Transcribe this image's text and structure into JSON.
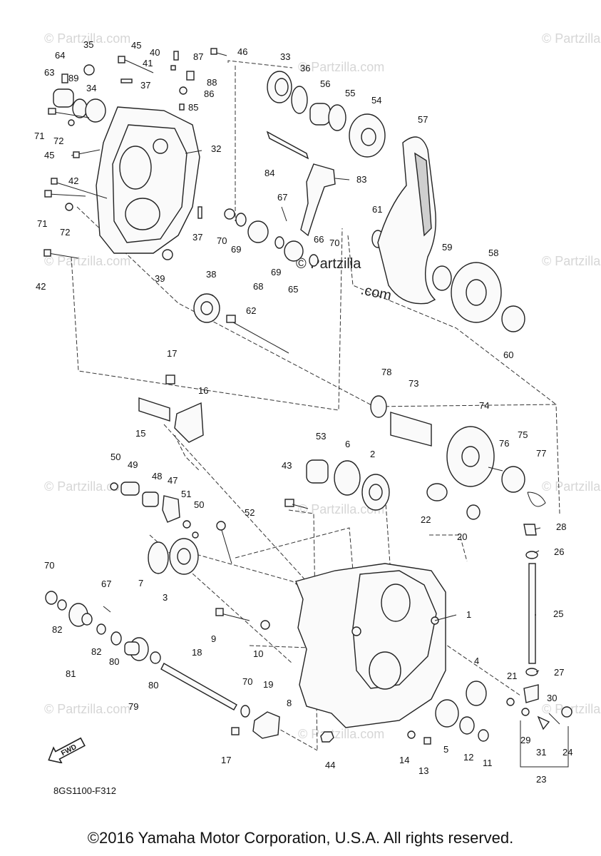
{
  "diagram": {
    "code": "8GS1100-F312",
    "copyright": "©2016 Yamaha Motor Corporation, U.S.A. All rights reserved.",
    "direction_label": "FWD",
    "watermark": "© Partzilla.com",
    "watermark_center_a": "© Partzilla",
    "watermark_center_b": ".com",
    "callouts": [
      "1",
      "2",
      "3",
      "4",
      "5",
      "6",
      "7",
      "8",
      "9",
      "10",
      "11",
      "12",
      "13",
      "14",
      "15",
      "16",
      "17",
      "17",
      "18",
      "19",
      "20",
      "21",
      "22",
      "23",
      "24",
      "25",
      "26",
      "27",
      "28",
      "29",
      "30",
      "31",
      "32",
      "33",
      "34",
      "35",
      "36",
      "37",
      "37",
      "38",
      "39",
      "40",
      "41",
      "42",
      "42",
      "43",
      "44",
      "45",
      "45",
      "46",
      "47",
      "48",
      "49",
      "50",
      "50",
      "51",
      "52",
      "53",
      "54",
      "55",
      "56",
      "57",
      "58",
      "59",
      "60",
      "61",
      "62",
      "63",
      "64",
      "65",
      "66",
      "67",
      "67",
      "68",
      "69",
      "69",
      "70",
      "70",
      "70",
      "70",
      "71",
      "71",
      "72",
      "72",
      "73",
      "74",
      "75",
      "76",
      "77",
      "78",
      "79",
      "80",
      "80",
      "81",
      "82",
      "82",
      "83",
      "84",
      "85",
      "86",
      "87",
      "88",
      "89"
    ]
  }
}
